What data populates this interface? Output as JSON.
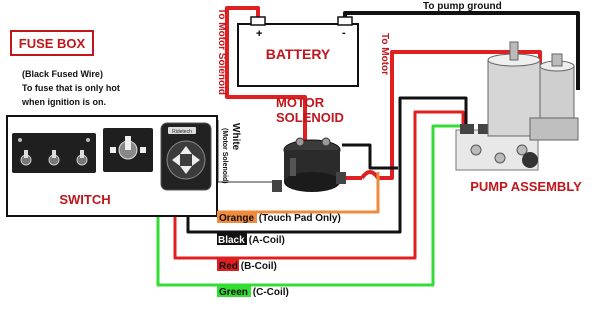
{
  "labels": {
    "fuse_box": "FUSE BOX",
    "fuse_note": [
      "(Black Fused Wire)",
      "To fuse that is only hot",
      "when ignition is on."
    ],
    "battery": "BATTERY",
    "battery_pos": "+",
    "battery_neg": "-",
    "to_motor_solenoid": "To Motor Solenoid",
    "to_pump_ground": "To pump ground",
    "to_motor": "To Motor",
    "motor_solenoid": [
      "MOTOR",
      "SOLENOID"
    ],
    "white": "White",
    "white_sub": "(Motor Solenoid)",
    "switch": "SWITCH",
    "pump_assembly": "PUMP ASSEMBLY",
    "keypad_brand": "Ridetech"
  },
  "wires": [
    {
      "color_name": "Orange",
      "desc": " (Touch Pad Only)",
      "color": "#f08a3c"
    },
    {
      "color_name": "Black",
      "desc": " (A-Coil)",
      "color": "#111111"
    },
    {
      "color_name": "Red",
      "desc": " (B-Coil)",
      "color": "#e02020"
    },
    {
      "color_name": "Green",
      "desc": " (C-Coil)",
      "color": "#33dd33"
    }
  ],
  "colors": {
    "label_red": "#d61a1a",
    "black": "#111111",
    "red": "#e02020",
    "orange": "#f08a3c",
    "green": "#33dd33"
  }
}
